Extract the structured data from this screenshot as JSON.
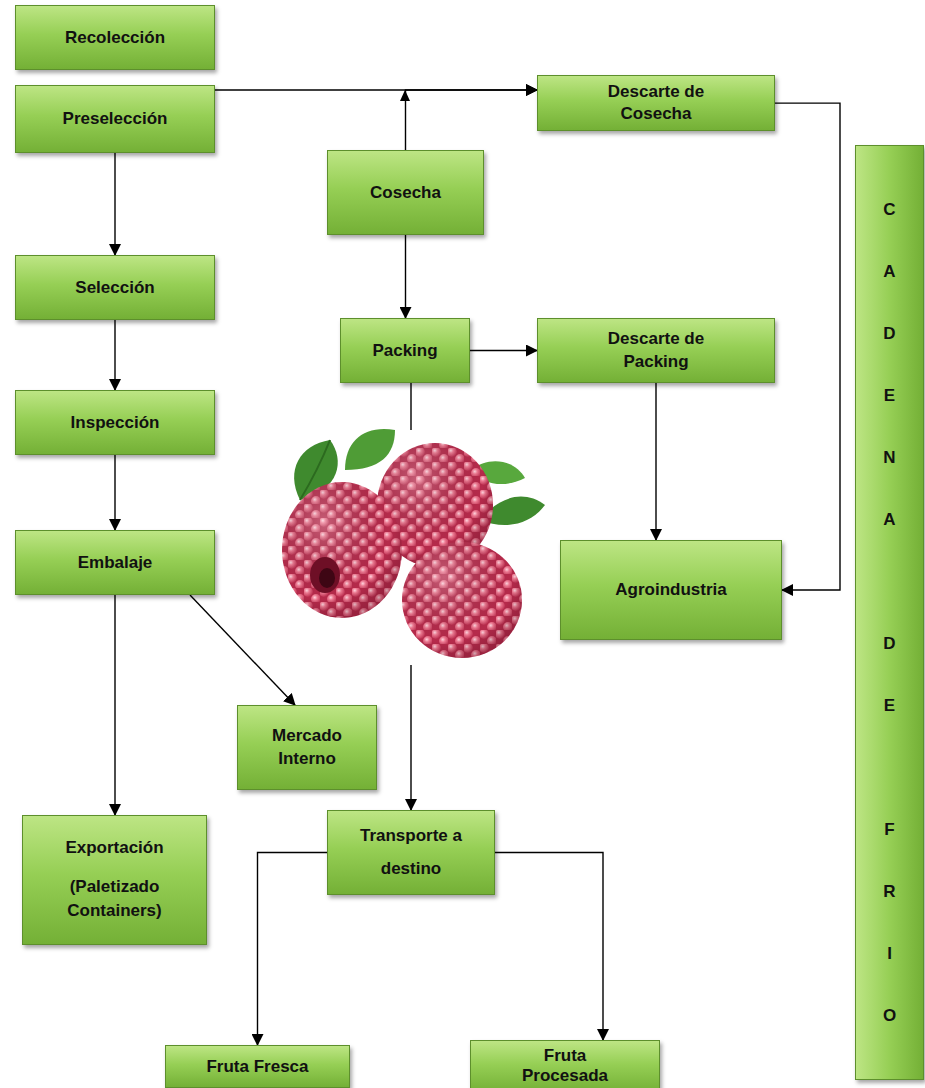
{
  "diagram": {
    "nodes": [
      {
        "text": [
          "Recolección"
        ]
      },
      {
        "text": [
          "Preselección"
        ]
      },
      {
        "text": [
          "Descarte de Cosecha"
        ]
      },
      {
        "text": [
          "Cosecha"
        ]
      },
      {
        "text": [
          "Selección"
        ]
      },
      {
        "text": [
          "Packing"
        ]
      },
      {
        "text": [
          "Descarte de Packing"
        ]
      },
      {
        "text": [
          "Inspección"
        ]
      },
      {
        "text": [
          "Agroindustria"
        ]
      },
      {
        "text": [
          "Embalaje"
        ]
      },
      {
        "text": [
          "Mercado Interno"
        ]
      },
      {
        "text": [
          "Exportación",
          "(Paletizado Containers)"
        ]
      },
      {
        "text": [
          "Transporte a destino"
        ]
      },
      {
        "text": [
          "Fruta Fresca"
        ]
      },
      {
        "text": [
          "Fruta Procesada"
        ]
      },
      {
        "text": [
          "CADENA DE FRIO"
        ]
      }
    ],
    "edges": [
      {
        "from": 1,
        "to": 2,
        "arrow": "to"
      },
      {
        "from": 3,
        "to": 2,
        "arrow": "to"
      },
      {
        "from": 2,
        "to": 8,
        "arrow": "to"
      },
      {
        "from": 3,
        "to": 5,
        "arrow": "to"
      },
      {
        "from": 5,
        "to": 6,
        "arrow": "to"
      },
      {
        "from": 6,
        "to": 8,
        "arrow": "to"
      },
      {
        "from": 1,
        "to": 4,
        "arrow": "to"
      },
      {
        "from": 4,
        "to": 7,
        "arrow": "to"
      },
      {
        "from": 7,
        "to": 9,
        "arrow": "to"
      },
      {
        "from": 9,
        "to": 11,
        "arrow": "to"
      },
      {
        "from": 9,
        "to": 10,
        "arrow": "to"
      },
      {
        "from": 5,
        "to": 12,
        "arrow": "to"
      },
      {
        "from": 12,
        "to": 13,
        "arrow": "to"
      },
      {
        "from": 12,
        "to": 14,
        "arrow": "to"
      }
    ]
  }
}
